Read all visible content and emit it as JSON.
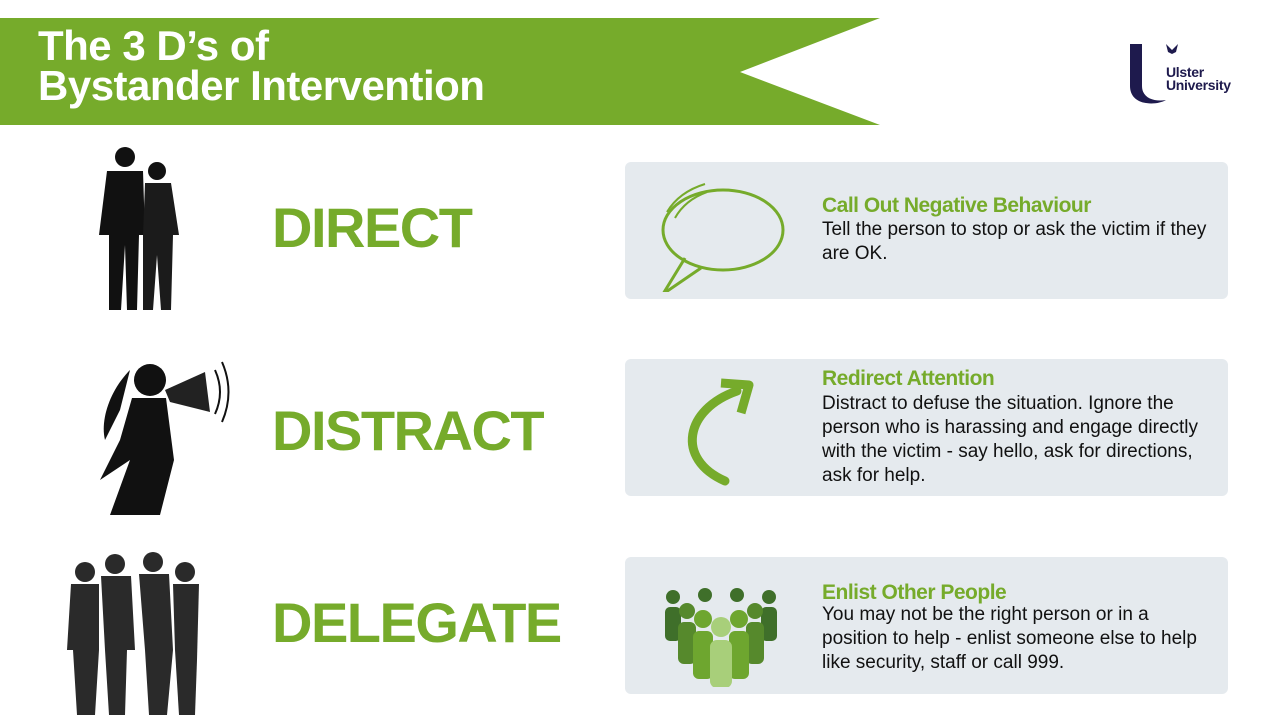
{
  "header": {
    "title_line1": "The 3 D’s of",
    "title_line2": "Bystander Intervention",
    "brand_color": "#76ab2b"
  },
  "logo": {
    "line1": "Ulster",
    "line2": "University"
  },
  "sections": [
    {
      "word": "DIRECT",
      "heading": "Call Out Negative Behaviour",
      "body": "Tell the person to stop or ask the victim if they are OK.",
      "icon": "speech-bubble-icon"
    },
    {
      "word": "DISTRACT",
      "heading": "Redirect Attention",
      "body": "Distract to defuse the situation. Ignore the person who is harassing and engage directly with the victim - say hello, ask for directions, ask for help.",
      "icon": "curved-arrow-icon"
    },
    {
      "word": "DELEGATE",
      "heading": "Enlist Other People",
      "body": "You may not be the right person or in a position to help - enlist someone else to help like security, staff or call 999.",
      "icon": "group-of-people-icon"
    }
  ]
}
